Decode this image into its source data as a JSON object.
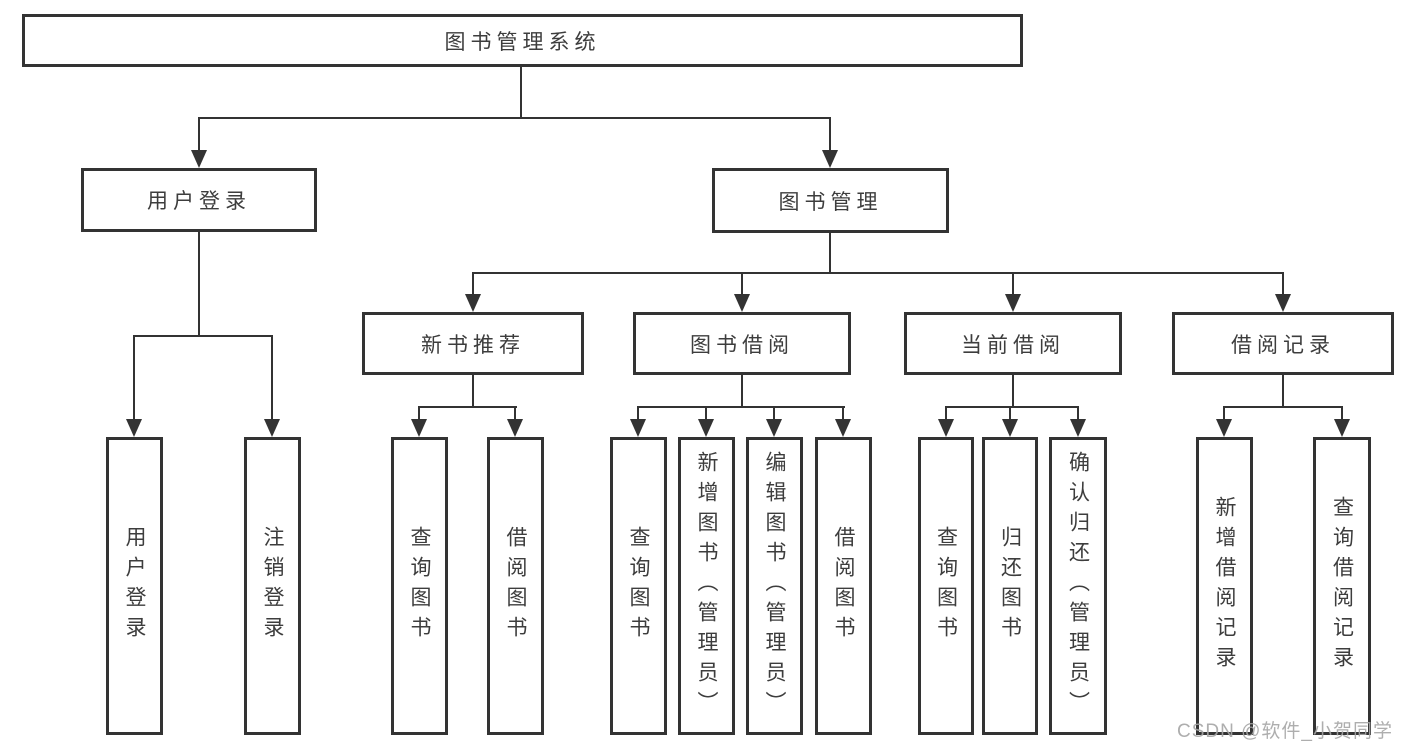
{
  "colors": {
    "line": "#333333",
    "text": "#3d3d3d",
    "background": "#ffffff",
    "watermark": "#a5a5a5"
  },
  "tree": {
    "root": {
      "label": "图书管理系统"
    },
    "branches": [
      {
        "label": "用户登录"
      },
      {
        "label": "图书管理"
      }
    ],
    "sections": [
      {
        "label": "新书推荐",
        "parent": "图书管理"
      },
      {
        "label": "图书借阅",
        "parent": "图书管理"
      },
      {
        "label": "当前借阅",
        "parent": "图书管理"
      },
      {
        "label": "借阅记录",
        "parent": "图书管理"
      }
    ],
    "leaves": [
      {
        "label": "用户登录",
        "parent": "用户登录"
      },
      {
        "label": "注销登录",
        "parent": "用户登录"
      },
      {
        "label": "查询图书",
        "parent": "新书推荐"
      },
      {
        "label": "借阅图书",
        "parent": "新书推荐"
      },
      {
        "label": "查询图书",
        "parent": "图书借阅"
      },
      {
        "label": "新增图书（管理员）",
        "parent": "图书借阅"
      },
      {
        "label": "编辑图书（管理员）",
        "parent": "图书借阅"
      },
      {
        "label": "借阅图书",
        "parent": "图书借阅"
      },
      {
        "label": "查询图书",
        "parent": "当前借阅"
      },
      {
        "label": "归还图书",
        "parent": "当前借阅"
      },
      {
        "label": "确认归还（管理员）",
        "parent": "当前借阅"
      },
      {
        "label": "新增借阅记录",
        "parent": "借阅记录"
      },
      {
        "label": "查询借阅记录",
        "parent": "借阅记录"
      }
    ]
  },
  "watermark": {
    "text": "CSDN @软件_小贺同学"
  }
}
